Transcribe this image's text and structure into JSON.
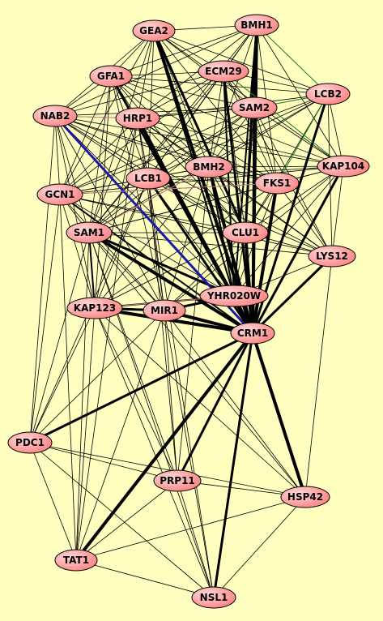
{
  "colors": {
    "background": "#ffffc0",
    "node_fill": "#ff8c8c",
    "node_highlight": "#ffd0d0",
    "node_stroke": "#000000",
    "edge": "#000000",
    "edge_blue": "#1a1aa0",
    "edge_green": "#2e8b2e",
    "edge_pink": "#c08080"
  },
  "nodes": [
    {
      "id": "GEA2",
      "label": "GEA2"
    },
    {
      "id": "BMH1",
      "label": "BMH1"
    },
    {
      "id": "ECM29",
      "label": "ECM29"
    },
    {
      "id": "GFA1",
      "label": "GFA1"
    },
    {
      "id": "LCB2",
      "label": "LCB2"
    },
    {
      "id": "NAB2",
      "label": "NAB2"
    },
    {
      "id": "HRP1",
      "label": "HRP1"
    },
    {
      "id": "SAM2",
      "label": "SAM2"
    },
    {
      "id": "BMH2",
      "label": "BMH2"
    },
    {
      "id": "KAP104",
      "label": "KAP104"
    },
    {
      "id": "LCB1",
      "label": "LCB1"
    },
    {
      "id": "FKS1",
      "label": "FKS1"
    },
    {
      "id": "GCN1",
      "label": "GCN1"
    },
    {
      "id": "SAM1",
      "label": "SAM1"
    },
    {
      "id": "CLU1",
      "label": "CLU1"
    },
    {
      "id": "LYS12",
      "label": "LYS12"
    },
    {
      "id": "YHR020W",
      "label": "YHR020W"
    },
    {
      "id": "KAP123",
      "label": "KAP123"
    },
    {
      "id": "MIR1",
      "label": "MIR1"
    },
    {
      "id": "CRM1",
      "label": "CRM1"
    },
    {
      "id": "PDC1",
      "label": "PDC1"
    },
    {
      "id": "PRP11",
      "label": "PRP11"
    },
    {
      "id": "HSP42",
      "label": "HSP42"
    },
    {
      "id": "TAT1",
      "label": "TAT1"
    },
    {
      "id": "NSL1",
      "label": "NSL1"
    }
  ],
  "edges": [
    [
      "CRM1",
      "GEA2",
      4
    ],
    [
      "CRM1",
      "BMH1",
      4
    ],
    [
      "CRM1",
      "ECM29",
      3
    ],
    [
      "CRM1",
      "GFA1",
      3
    ],
    [
      "CRM1",
      "LCB2",
      3
    ],
    [
      "CRM1",
      "NAB2",
      2
    ],
    [
      "CRM1",
      "HRP1",
      4
    ],
    [
      "CRM1",
      "SAM2",
      3
    ],
    [
      "CRM1",
      "BMH2",
      4
    ],
    [
      "CRM1",
      "KAP104",
      3
    ],
    [
      "CRM1",
      "LCB1",
      3
    ],
    [
      "CRM1",
      "FKS1",
      4
    ],
    [
      "CRM1",
      "GCN1",
      2
    ],
    [
      "CRM1",
      "SAM1",
      4
    ],
    [
      "CRM1",
      "CLU1",
      4
    ],
    [
      "CRM1",
      "LYS12",
      3
    ],
    [
      "CRM1",
      "YHR020W",
      4
    ],
    [
      "CRM1",
      "KAP123",
      4
    ],
    [
      "CRM1",
      "MIR1",
      4
    ],
    [
      "CRM1",
      "PDC1",
      3
    ],
    [
      "CRM1",
      "PRP11",
      3
    ],
    [
      "CRM1",
      "HSP42",
      4
    ],
    [
      "CRM1",
      "TAT1",
      4
    ],
    [
      "CRM1",
      "NSL1",
      3
    ],
    [
      "YHR020W",
      "GEA2",
      2
    ],
    [
      "YHR020W",
      "BMH1",
      2
    ],
    [
      "YHR020W",
      "ECM29",
      2
    ],
    [
      "YHR020W",
      "HRP1",
      2
    ],
    [
      "YHR020W",
      "BMH2",
      2
    ],
    [
      "YHR020W",
      "SAM1",
      3
    ],
    [
      "YHR020W",
      "KAP123",
      2
    ],
    [
      "YHR020W",
      "MIR1",
      3
    ],
    [
      "YHR020W",
      "LCB1",
      1
    ],
    [
      "YHR020W",
      "CLU1",
      1
    ],
    [
      "YHR020W",
      "FKS1",
      1
    ],
    [
      "YHR020W",
      "KAP104",
      1
    ],
    [
      "YHR020W",
      "LYS12",
      1
    ],
    [
      "YHR020W",
      "GCN1",
      1
    ],
    [
      "YHR020W",
      "NAB2",
      1
    ],
    [
      "KAP123",
      "MIR1",
      3
    ],
    [
      "KAP123",
      "SAM1",
      2
    ],
    [
      "KAP123",
      "GCN1",
      1
    ],
    [
      "KAP123",
      "NAB2",
      1
    ],
    [
      "KAP123",
      "HRP1",
      1
    ],
    [
      "KAP123",
      "GFA1",
      1
    ],
    [
      "KAP123",
      "LCB1",
      1
    ],
    [
      "KAP123",
      "BMH2",
      1
    ],
    [
      "KAP123",
      "CLU1",
      1
    ],
    [
      "KAP123",
      "PDC1",
      1
    ],
    [
      "KAP123",
      "TAT1",
      1
    ],
    [
      "KAP123",
      "PRP11",
      1
    ],
    [
      "KAP123",
      "NSL1",
      1
    ],
    [
      "KAP123",
      "HSP42",
      1
    ],
    [
      "KAP123",
      "FKS1",
      1
    ],
    [
      "MIR1",
      "SAM1",
      1
    ],
    [
      "MIR1",
      "GCN1",
      1
    ],
    [
      "MIR1",
      "NAB2",
      1
    ],
    [
      "MIR1",
      "HRP1",
      1
    ],
    [
      "MIR1",
      "GFA1",
      1
    ],
    [
      "MIR1",
      "LCB1",
      1
    ],
    [
      "MIR1",
      "BMH2",
      1
    ],
    [
      "MIR1",
      "CLU1",
      1
    ],
    [
      "MIR1",
      "PDC1",
      1
    ],
    [
      "MIR1",
      "PRP11",
      1
    ],
    [
      "MIR1",
      "NSL1",
      1
    ],
    [
      "MIR1",
      "HSP42",
      1
    ],
    [
      "MIR1",
      "TAT1",
      1
    ],
    [
      "MIR1",
      "KAP104",
      1
    ],
    [
      "PDC1",
      "PRP11",
      1
    ],
    [
      "PDC1",
      "HSP42",
      1
    ],
    [
      "PDC1",
      "TAT1",
      1
    ],
    [
      "PDC1",
      "NSL1",
      1
    ],
    [
      "PDC1",
      "SAM1",
      1
    ],
    [
      "PDC1",
      "GCN1",
      1
    ],
    [
      "PDC1",
      "NAB2",
      1
    ],
    [
      "PDC1",
      "LCB1",
      1
    ],
    [
      "PRP11",
      "HSP42",
      1
    ],
    [
      "PRP11",
      "TAT1",
      1
    ],
    [
      "PRP11",
      "NSL1",
      1
    ],
    [
      "PRP11",
      "SAM1",
      1
    ],
    [
      "PRP11",
      "LCB1",
      1
    ],
    [
      "PRP11",
      "BMH2",
      1
    ],
    [
      "HSP42",
      "NSL1",
      1
    ],
    [
      "HSP42",
      "TAT1",
      1
    ],
    [
      "HSP42",
      "LYS12",
      1
    ],
    [
      "HSP42",
      "SAM1",
      1
    ],
    [
      "TAT1",
      "NSL1",
      1
    ],
    [
      "TAT1",
      "SAM1",
      1
    ],
    [
      "TAT1",
      "HRP1",
      1
    ],
    [
      "NSL1",
      "SAM1",
      1
    ],
    [
      "NSL1",
      "LCB1",
      1
    ],
    [
      "GEA2",
      "BMH1",
      1
    ],
    [
      "GEA2",
      "ECM29",
      1
    ],
    [
      "GEA2",
      "GFA1",
      1
    ],
    [
      "GEA2",
      "LCB2",
      1
    ],
    [
      "GEA2",
      "HRP1",
      1
    ],
    [
      "GEA2",
      "SAM2",
      1
    ],
    [
      "GEA2",
      "BMH2",
      1
    ],
    [
      "GEA2",
      "KAP104",
      1
    ],
    [
      "GEA2",
      "LCB1",
      1
    ],
    [
      "GEA2",
      "FKS1",
      1
    ],
    [
      "GEA2",
      "NAB2",
      1
    ],
    [
      "GEA2",
      "CLU1",
      3
    ],
    [
      "GEA2",
      "SAM1",
      1
    ],
    [
      "GEA2",
      "GCN1",
      1
    ],
    [
      "BMH1",
      "ECM29",
      1
    ],
    [
      "BMH1",
      "LCB2",
      1
    ],
    [
      "BMH1",
      "SAM2",
      1
    ],
    [
      "BMH1",
      "BMH2",
      1
    ],
    [
      "BMH1",
      "KAP104",
      1
    ],
    [
      "BMH1",
      "FKS1",
      1
    ],
    [
      "BMH1",
      "CLU1",
      3
    ],
    [
      "BMH1",
      "GFA1",
      1
    ],
    [
      "BMH1",
      "HRP1",
      1
    ],
    [
      "BMH1",
      "LCB1",
      1
    ],
    [
      "BMH1",
      "SAM1",
      1
    ],
    [
      "BMH1",
      "NAB2",
      1
    ],
    [
      "ECM29",
      "GFA1",
      1
    ],
    [
      "ECM29",
      "LCB2",
      1
    ],
    [
      "ECM29",
      "HRP1",
      1
    ],
    [
      "ECM29",
      "SAM2",
      1
    ],
    [
      "ECM29",
      "BMH2",
      1
    ],
    [
      "ECM29",
      "KAP104",
      1
    ],
    [
      "ECM29",
      "LCB1",
      1
    ],
    [
      "ECM29",
      "FKS1",
      1
    ],
    [
      "ECM29",
      "CLU1",
      1
    ],
    [
      "ECM29",
      "NAB2",
      1
    ],
    [
      "ECM29",
      "SAM1",
      1
    ],
    [
      "ECM29",
      "GCN1",
      1
    ],
    [
      "ECM29",
      "LYS12",
      1
    ],
    [
      "GFA1",
      "NAB2",
      1
    ],
    [
      "GFA1",
      "HRP1",
      1
    ],
    [
      "GFA1",
      "SAM2",
      1
    ],
    [
      "GFA1",
      "BMH2",
      1
    ],
    [
      "GFA1",
      "LCB1",
      1
    ],
    [
      "GFA1",
      "FKS1",
      1
    ],
    [
      "GFA1",
      "GCN1",
      1
    ],
    [
      "GFA1",
      "SAM1",
      1
    ],
    [
      "GFA1",
      "CLU1",
      1
    ],
    [
      "GFA1",
      "KAP104",
      1
    ],
    [
      "GFA1",
      "LCB2",
      1
    ],
    [
      "LCB2",
      "SAM2",
      1
    ],
    [
      "LCB2",
      "KAP104",
      1
    ],
    [
      "LCB2",
      "FKS1",
      1
    ],
    [
      "LCB2",
      "BMH2",
      1
    ],
    [
      "LCB2",
      "LCB1",
      1
    ],
    [
      "LCB2",
      "CLU1",
      1
    ],
    [
      "LCB2",
      "LYS12",
      1
    ],
    [
      "LCB2",
      "HRP1",
      1
    ],
    [
      "LCB2",
      "GCN1",
      1
    ],
    [
      "LCB2",
      "SAM1",
      1
    ],
    [
      "NAB2",
      "HRP1",
      1
    ],
    [
      "NAB2",
      "GCN1",
      1
    ],
    [
      "NAB2",
      "SAM1",
      1
    ],
    [
      "NAB2",
      "LCB1",
      1
    ],
    [
      "NAB2",
      "BMH2",
      1
    ],
    [
      "NAB2",
      "SAM2",
      1
    ],
    [
      "NAB2",
      "FKS1",
      1
    ],
    [
      "NAB2",
      "CLU1",
      1
    ],
    [
      "NAB2",
      "KAP104",
      1
    ],
    [
      "NAB2",
      "LYS12",
      1
    ],
    [
      "HRP1",
      "SAM2",
      1
    ],
    [
      "HRP1",
      "BMH2",
      1
    ],
    [
      "HRP1",
      "KAP104",
      1
    ],
    [
      "HRP1",
      "LCB1",
      1
    ],
    [
      "HRP1",
      "FKS1",
      1
    ],
    [
      "HRP1",
      "GCN1",
      1
    ],
    [
      "HRP1",
      "SAM1",
      1
    ],
    [
      "HRP1",
      "CLU1",
      1
    ],
    [
      "HRP1",
      "LYS12",
      1
    ],
    [
      "SAM2",
      "BMH2",
      1
    ],
    [
      "SAM2",
      "KAP104",
      1
    ],
    [
      "SAM2",
      "FKS1",
      1
    ],
    [
      "SAM2",
      "LCB1",
      1
    ],
    [
      "SAM2",
      "CLU1",
      1
    ],
    [
      "SAM2",
      "GCN1",
      1
    ],
    [
      "SAM2",
      "SAM1",
      1
    ],
    [
      "SAM2",
      "LYS12",
      1
    ],
    [
      "BMH2",
      "KAP104",
      1
    ],
    [
      "BMH2",
      "LCB1",
      1
    ],
    [
      "BMH2",
      "FKS1",
      1
    ],
    [
      "BMH2",
      "GCN1",
      1
    ],
    [
      "BMH2",
      "SAM1",
      1
    ],
    [
      "BMH2",
      "CLU1",
      1
    ],
    [
      "BMH2",
      "LYS12",
      1
    ],
    [
      "KAP104",
      "FKS1",
      1
    ],
    [
      "KAP104",
      "LCB1",
      1
    ],
    [
      "KAP104",
      "CLU1",
      1
    ],
    [
      "KAP104",
      "LYS12",
      1
    ],
    [
      "KAP104",
      "GCN1",
      1
    ],
    [
      "KAP104",
      "SAM1",
      1
    ],
    [
      "LCB1",
      "FKS1",
      1
    ],
    [
      "LCB1",
      "GCN1",
      1
    ],
    [
      "LCB1",
      "SAM1",
      1
    ],
    [
      "LCB1",
      "CLU1",
      1
    ],
    [
      "LCB1",
      "LYS12",
      1
    ],
    [
      "FKS1",
      "CLU1",
      1
    ],
    [
      "FKS1",
      "LYS12",
      1
    ],
    [
      "FKS1",
      "GCN1",
      1
    ],
    [
      "FKS1",
      "SAM1",
      1
    ],
    [
      "GCN1",
      "SAM1",
      1
    ],
    [
      "GCN1",
      "CLU1",
      1
    ],
    [
      "GCN1",
      "LYS12",
      1
    ],
    [
      "GCN1",
      "TAT1",
      1
    ],
    [
      "SAM1",
      "CLU1",
      1
    ],
    [
      "SAM1",
      "LYS12",
      1
    ],
    [
      "CLU1",
      "LYS12",
      1
    ]
  ],
  "colored_edges": [
    [
      "NAB2",
      "CRM1",
      "edge_blue",
      3
    ],
    [
      "BMH1",
      "LCB2",
      "edge_green",
      1
    ],
    [
      "ECM29",
      "KAP104",
      "edge_green",
      1
    ],
    [
      "LCB2",
      "FKS1",
      "edge_green",
      1
    ],
    [
      "SAM2",
      "LCB2",
      "edge_green",
      1
    ],
    [
      "NAB2",
      "HRP1",
      "edge_pink",
      1
    ],
    [
      "GCN1",
      "FKS1",
      "edge_pink",
      1
    ],
    [
      "SAM1",
      "BMH2",
      "edge_pink",
      1
    ],
    [
      "KAP123",
      "YHR020W",
      "edge_pink",
      1
    ]
  ]
}
